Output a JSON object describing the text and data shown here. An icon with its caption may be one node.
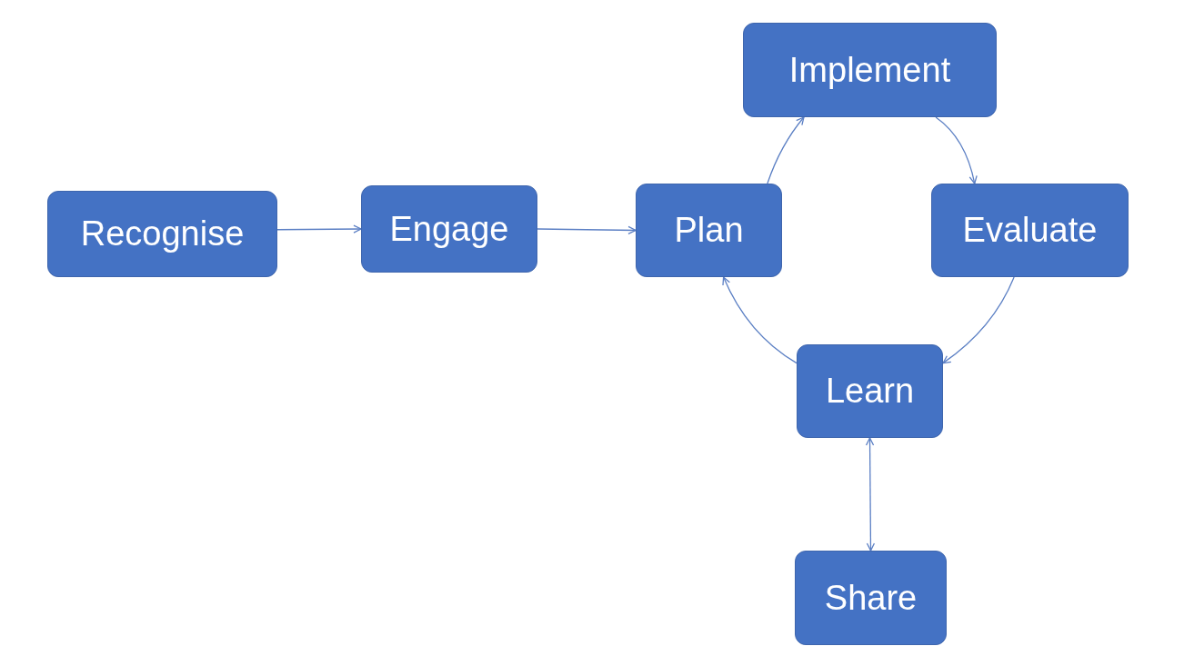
{
  "diagram": {
    "nodes": [
      {
        "text": [
          "Recognise"
        ]
      },
      {
        "text": [
          "Engage"
        ]
      },
      {
        "text": [
          "Plan"
        ]
      },
      {
        "text": [
          "Implement"
        ]
      },
      {
        "text": [
          "Evaluate"
        ]
      },
      {
        "text": [
          "Learn"
        ]
      },
      {
        "text": [
          "Share"
        ]
      }
    ],
    "edges": [
      {
        "from": 0,
        "to": 1,
        "arrow": "to"
      },
      {
        "from": 1,
        "to": 2,
        "arrow": "to"
      },
      {
        "from": 2,
        "to": 3,
        "arrow": "to"
      },
      {
        "from": 3,
        "to": 4,
        "arrow": "to"
      },
      {
        "from": 4,
        "to": 5,
        "arrow": "to"
      },
      {
        "from": 5,
        "to": 2,
        "arrow": "to"
      },
      {
        "from": 5,
        "to": 6,
        "arrow": "both"
      }
    ]
  }
}
